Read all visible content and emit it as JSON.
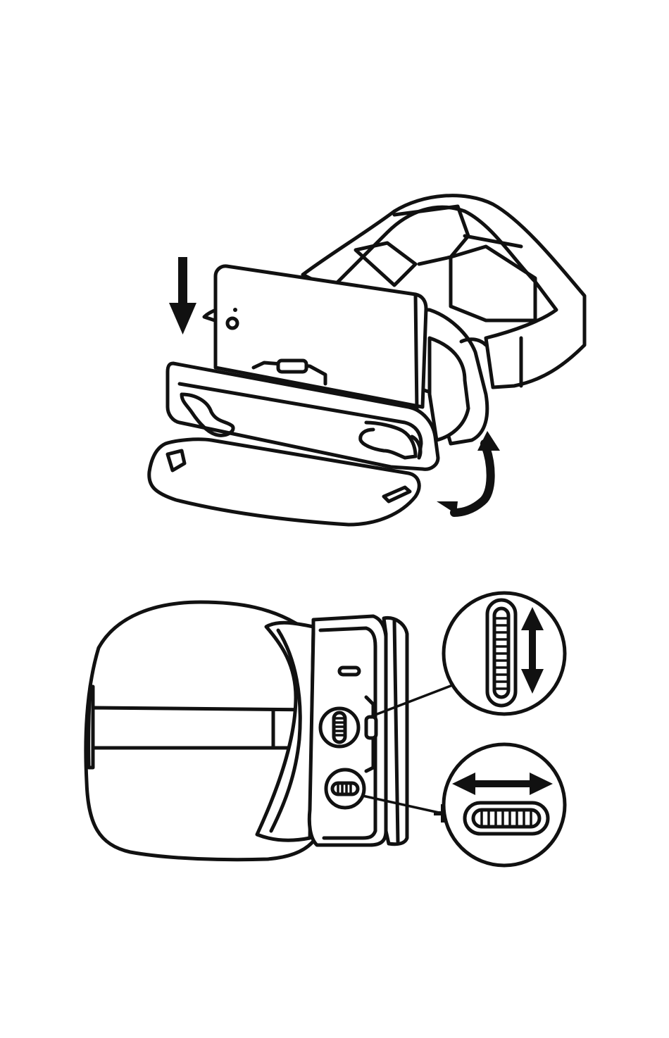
{
  "figure": {
    "panels": [
      {
        "name": "phone-insertion-view",
        "arrows": [
          "insert-down",
          "rotate-close"
        ]
      },
      {
        "name": "adjustment-side-view",
        "callouts": [
          "vertical-adjust-wheel",
          "horizontal-adjust-wheel"
        ]
      }
    ],
    "ink_color": "#111111",
    "paper_color": "#ffffff"
  }
}
